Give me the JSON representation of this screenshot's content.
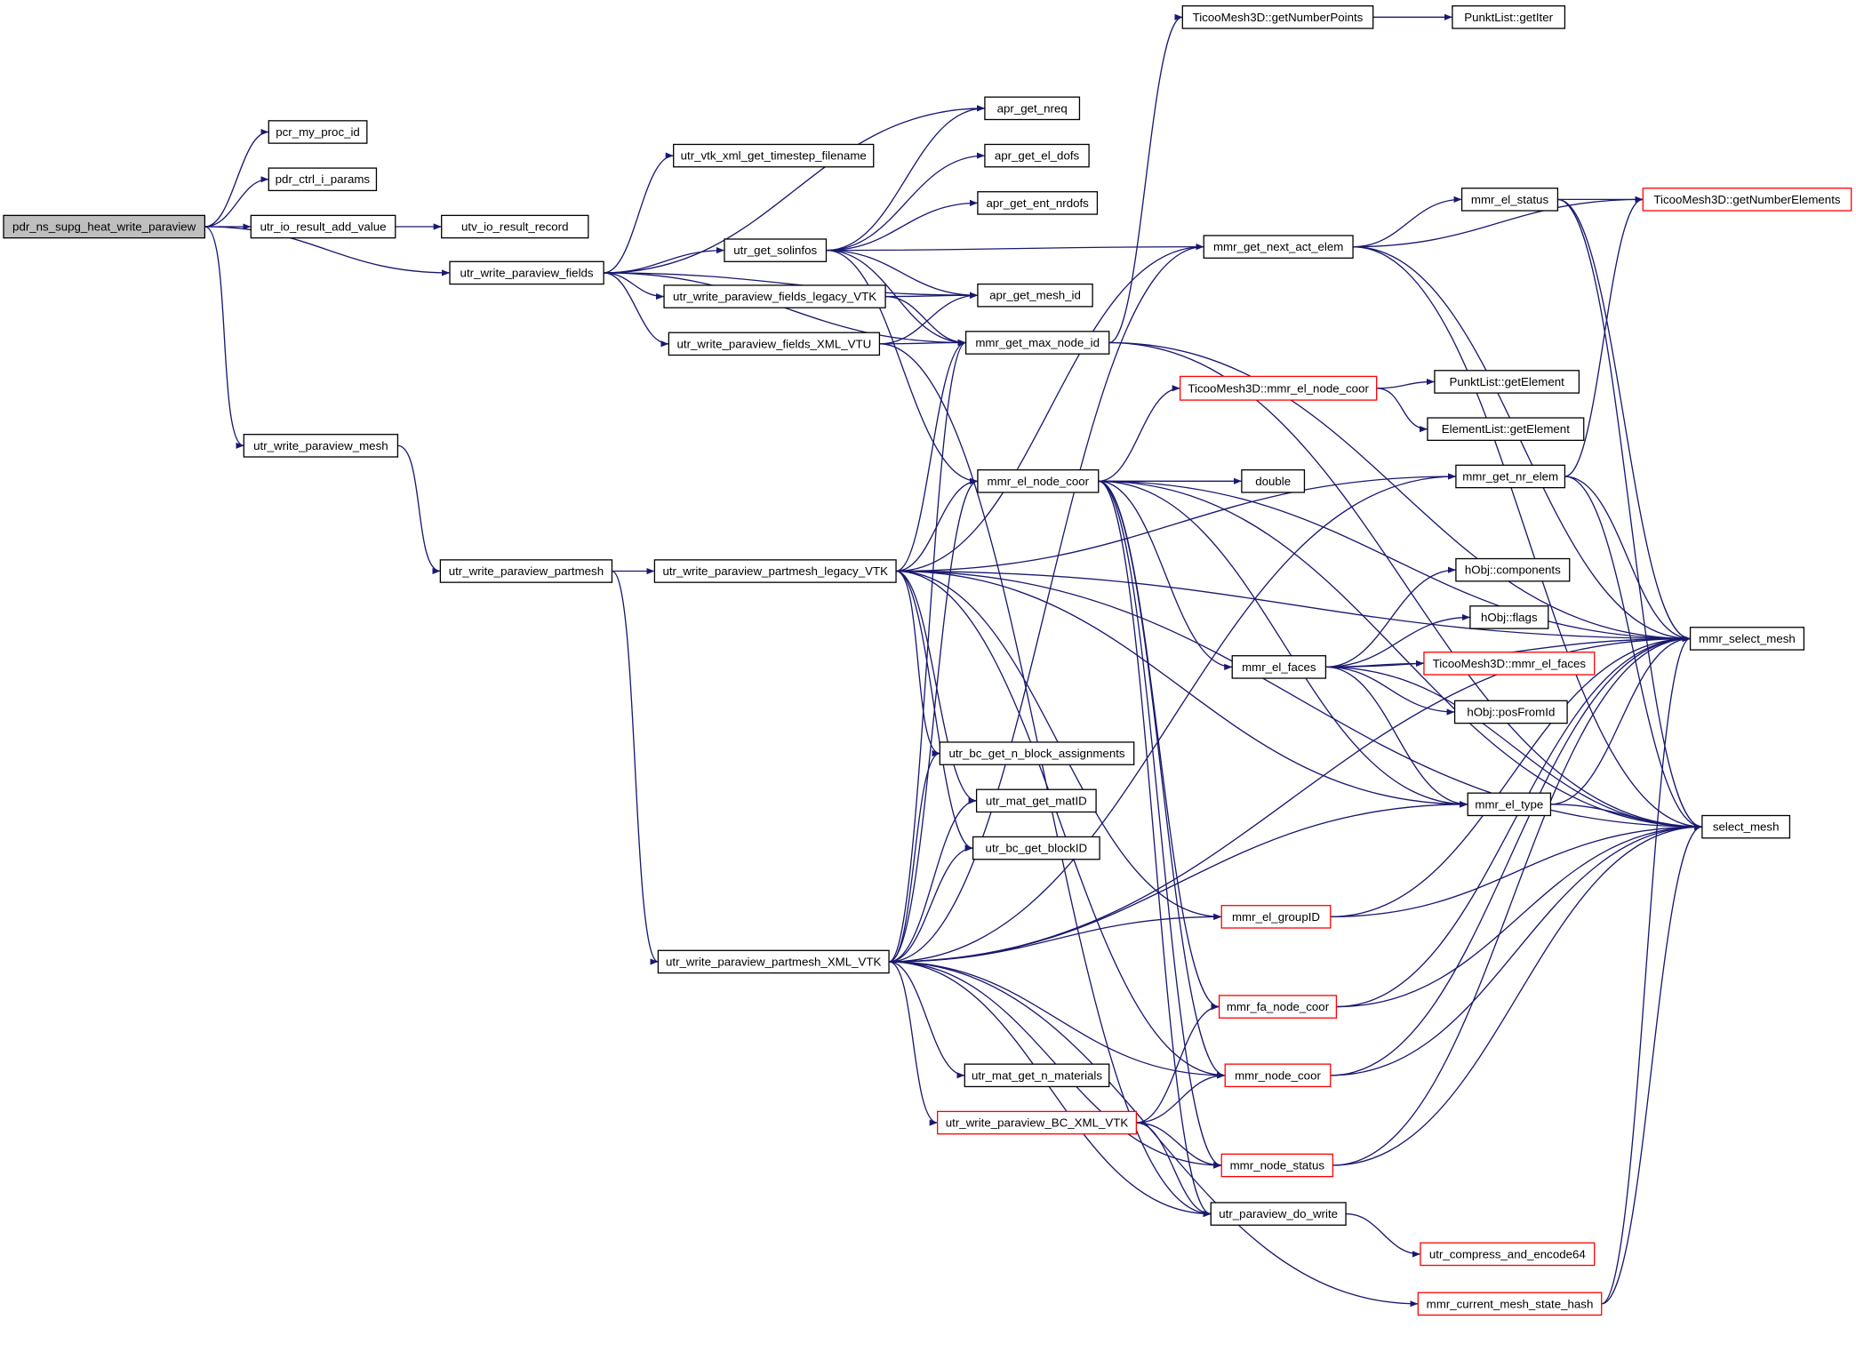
{
  "colors": {
    "edge": "#191970",
    "highlight_border": "#ff0000",
    "normal_border": "#000000",
    "root_fill": "#bfbfbf"
  },
  "nodes": [
    {
      "id": "root",
      "label": "pdr_ns_supg_heat_write_paraview",
      "style": "root"
    },
    {
      "id": "pcr_my_proc_id",
      "label": "pcr_my_proc_id"
    },
    {
      "id": "pdr_ctrl_i_params",
      "label": "pdr_ctrl_i_params"
    },
    {
      "id": "utr_io_result_add_value",
      "label": "utr_io_result_add_value"
    },
    {
      "id": "utv_io_result_record",
      "label": "utv_io_result_record"
    },
    {
      "id": "utr_write_paraview_fields",
      "label": "utr_write_paraview_fields"
    },
    {
      "id": "utr_vtk_xml_get_timestep_filename",
      "label": "utr_vtk_xml_get_timestep_filename"
    },
    {
      "id": "utr_get_solinfos",
      "label": "utr_get_solinfos"
    },
    {
      "id": "utr_write_paraview_fields_legacy_VTK",
      "label": "utr_write_paraview_fields_legacy_VTK"
    },
    {
      "id": "utr_write_paraview_fields_XML_VTU",
      "label": "utr_write_paraview_fields_XML_VTU"
    },
    {
      "id": "apr_get_nreq",
      "label": "apr_get_nreq"
    },
    {
      "id": "apr_get_el_dofs",
      "label": "apr_get_el_dofs"
    },
    {
      "id": "apr_get_ent_nrdofs",
      "label": "apr_get_ent_nrdofs"
    },
    {
      "id": "apr_get_mesh_id",
      "label": "apr_get_mesh_id"
    },
    {
      "id": "mmr_get_max_node_id",
      "label": "mmr_get_max_node_id"
    },
    {
      "id": "TicooMesh3D_getNumberPoints",
      "label": "TicooMesh3D::getNumberPoints"
    },
    {
      "id": "PunktList_getIter",
      "label": "PunktList::getIter"
    },
    {
      "id": "mmr_get_next_act_elem",
      "label": "mmr_get_next_act_elem"
    },
    {
      "id": "mmr_el_status",
      "label": "mmr_el_status"
    },
    {
      "id": "TicooMesh3D_getNumberElements",
      "label": "TicooMesh3D::getNumberElements",
      "style": "red"
    },
    {
      "id": "utr_write_paraview_mesh",
      "label": "utr_write_paraview_mesh"
    },
    {
      "id": "utr_write_paraview_partmesh",
      "label": "utr_write_paraview_partmesh"
    },
    {
      "id": "utr_write_paraview_partmesh_legacy_VTK",
      "label": "utr_write_paraview_partmesh_legacy_VTK"
    },
    {
      "id": "TicooMesh3D_mmr_el_node_coor",
      "label": "TicooMesh3D::mmr_el_node_coor",
      "style": "red"
    },
    {
      "id": "PunktList_getElement",
      "label": "PunktList::getElement"
    },
    {
      "id": "ElementList_getElement",
      "label": "ElementList::getElement"
    },
    {
      "id": "mmr_el_node_coor",
      "label": "mmr_el_node_coor"
    },
    {
      "id": "double",
      "label": "double"
    },
    {
      "id": "mmr_get_nr_elem",
      "label": "mmr_get_nr_elem"
    },
    {
      "id": "hObj_components",
      "label": "hObj::components"
    },
    {
      "id": "hObj_flags",
      "label": "hObj::flags"
    },
    {
      "id": "mmr_el_faces",
      "label": "mmr_el_faces"
    },
    {
      "id": "TicooMesh3D_mmr_el_faces",
      "label": "TicooMesh3D::mmr_el_faces",
      "style": "red"
    },
    {
      "id": "hObj_posFromId",
      "label": "hObj::posFromId"
    },
    {
      "id": "mmr_select_mesh",
      "label": "mmr_select_mesh"
    },
    {
      "id": "utr_bc_get_n_block_assignments",
      "label": "utr_bc_get_n_block_assignments"
    },
    {
      "id": "utr_mat_get_matID",
      "label": "utr_mat_get_matID"
    },
    {
      "id": "utr_bc_get_blockID",
      "label": "utr_bc_get_blockID"
    },
    {
      "id": "mmr_el_type",
      "label": "mmr_el_type"
    },
    {
      "id": "select_mesh",
      "label": "select_mesh"
    },
    {
      "id": "mmr_el_groupID",
      "label": "mmr_el_groupID",
      "style": "red"
    },
    {
      "id": "utr_write_paraview_partmesh_XML_VTK",
      "label": "utr_write_paraview_partmesh_XML_VTK"
    },
    {
      "id": "mmr_fa_node_coor",
      "label": "mmr_fa_node_coor",
      "style": "red"
    },
    {
      "id": "utr_mat_get_n_materials",
      "label": "utr_mat_get_n_materials"
    },
    {
      "id": "mmr_node_coor",
      "label": "mmr_node_coor",
      "style": "red"
    },
    {
      "id": "utr_write_paraview_BC_XML_VTK",
      "label": "utr_write_paraview_BC_XML_VTK",
      "style": "red"
    },
    {
      "id": "mmr_node_status",
      "label": "mmr_node_status",
      "style": "red"
    },
    {
      "id": "utr_paraview_do_write",
      "label": "utr_paraview_do_write"
    },
    {
      "id": "utr_compress_and_encode64",
      "label": "utr_compress_and_encode64",
      "style": "red"
    },
    {
      "id": "mmr_current_mesh_state_hash",
      "label": "mmr_current_mesh_state_hash",
      "style": "red"
    }
  ],
  "edges": [
    [
      "root",
      "pcr_my_proc_id"
    ],
    [
      "root",
      "pdr_ctrl_i_params"
    ],
    [
      "root",
      "utr_io_result_add_value"
    ],
    [
      "root",
      "utr_write_paraview_fields"
    ],
    [
      "root",
      "utr_write_paraview_mesh"
    ],
    [
      "utr_io_result_add_value",
      "utv_io_result_record"
    ],
    [
      "utr_write_paraview_fields",
      "utr_vtk_xml_get_timestep_filename"
    ],
    [
      "utr_write_paraview_fields",
      "apr_get_nreq"
    ],
    [
      "utr_write_paraview_fields",
      "utr_get_solinfos"
    ],
    [
      "utr_write_paraview_fields",
      "utr_write_paraview_fields_legacy_VTK"
    ],
    [
      "utr_write_paraview_fields",
      "utr_write_paraview_fields_XML_VTU"
    ],
    [
      "utr_write_paraview_fields",
      "apr_get_mesh_id"
    ],
    [
      "utr_write_paraview_fields",
      "mmr_get_max_node_id"
    ],
    [
      "utr_get_solinfos",
      "apr_get_nreq"
    ],
    [
      "utr_get_solinfos",
      "apr_get_el_dofs"
    ],
    [
      "utr_get_solinfos",
      "apr_get_ent_nrdofs"
    ],
    [
      "utr_get_solinfos",
      "apr_get_mesh_id"
    ],
    [
      "utr_get_solinfos",
      "mmr_get_max_node_id"
    ],
    [
      "utr_get_solinfos",
      "mmr_get_next_act_elem"
    ],
    [
      "utr_get_solinfos",
      "mmr_el_node_coor"
    ],
    [
      "utr_write_paraview_fields_legacy_VTK",
      "apr_get_mesh_id"
    ],
    [
      "utr_write_paraview_fields_legacy_VTK",
      "mmr_get_max_node_id"
    ],
    [
      "utr_write_paraview_fields_XML_VTU",
      "apr_get_mesh_id"
    ],
    [
      "utr_write_paraview_fields_XML_VTU",
      "mmr_get_max_node_id"
    ],
    [
      "utr_write_paraview_fields_XML_VTU",
      "utr_paraview_do_write"
    ],
    [
      "mmr_get_max_node_id",
      "TicooMesh3D_getNumberPoints"
    ],
    [
      "mmr_get_max_node_id",
      "mmr_select_mesh"
    ],
    [
      "mmr_get_max_node_id",
      "select_mesh"
    ],
    [
      "TicooMesh3D_getNumberPoints",
      "PunktList_getIter"
    ],
    [
      "mmr_get_next_act_elem",
      "mmr_el_status"
    ],
    [
      "mmr_get_next_act_elem",
      "TicooMesh3D_getNumberElements"
    ],
    [
      "mmr_get_next_act_elem",
      "mmr_select_mesh"
    ],
    [
      "mmr_get_next_act_elem",
      "select_mesh"
    ],
    [
      "mmr_el_status",
      "TicooMesh3D_getNumberElements"
    ],
    [
      "mmr_el_status",
      "mmr_select_mesh"
    ],
    [
      "mmr_el_status",
      "select_mesh"
    ],
    [
      "utr_write_paraview_mesh",
      "utr_write_paraview_partmesh"
    ],
    [
      "utr_write_paraview_partmesh",
      "utr_write_paraview_partmesh_legacy_VTK"
    ],
    [
      "utr_write_paraview_partmesh",
      "utr_write_paraview_partmesh_XML_VTK"
    ],
    [
      "utr_write_paraview_partmesh_legacy_VTK",
      "mmr_get_max_node_id"
    ],
    [
      "utr_write_paraview_partmesh_legacy_VTK",
      "mmr_get_next_act_elem"
    ],
    [
      "utr_write_paraview_partmesh_legacy_VTK",
      "mmr_el_node_coor"
    ],
    [
      "utr_write_paraview_partmesh_legacy_VTK",
      "mmr_get_nr_elem"
    ],
    [
      "utr_write_paraview_partmesh_legacy_VTK",
      "mmr_el_type"
    ],
    [
      "utr_write_paraview_partmesh_legacy_VTK",
      "utr_bc_get_n_block_assignments"
    ],
    [
      "utr_write_paraview_partmesh_legacy_VTK",
      "utr_mat_get_matID"
    ],
    [
      "utr_write_paraview_partmesh_legacy_VTK",
      "utr_bc_get_blockID"
    ],
    [
      "utr_write_paraview_partmesh_legacy_VTK",
      "mmr_el_groupID"
    ],
    [
      "utr_write_paraview_partmesh_legacy_VTK",
      "mmr_node_coor"
    ],
    [
      "utr_write_paraview_partmesh_legacy_VTK",
      "select_mesh"
    ],
    [
      "utr_write_paraview_partmesh_legacy_VTK",
      "mmr_select_mesh"
    ],
    [
      "mmr_el_node_coor",
      "TicooMesh3D_mmr_el_node_coor"
    ],
    [
      "mmr_el_node_coor",
      "double"
    ],
    [
      "mmr_el_node_coor",
      "mmr_el_faces"
    ],
    [
      "mmr_el_node_coor",
      "mmr_el_type"
    ],
    [
      "mmr_el_node_coor",
      "mmr_select_mesh"
    ],
    [
      "mmr_el_node_coor",
      "select_mesh"
    ],
    [
      "mmr_el_node_coor",
      "mmr_fa_node_coor"
    ],
    [
      "mmr_el_node_coor",
      "mmr_node_coor"
    ],
    [
      "mmr_el_node_coor",
      "mmr_node_status"
    ],
    [
      "mmr_el_node_coor",
      "utr_paraview_do_write"
    ],
    [
      "TicooMesh3D_mmr_el_node_coor",
      "PunktList_getElement"
    ],
    [
      "TicooMesh3D_mmr_el_node_coor",
      "ElementList_getElement"
    ],
    [
      "mmr_el_faces",
      "hObj_components"
    ],
    [
      "mmr_el_faces",
      "hObj_flags"
    ],
    [
      "mmr_el_faces",
      "TicooMesh3D_mmr_el_faces"
    ],
    [
      "mmr_el_faces",
      "hObj_posFromId"
    ],
    [
      "mmr_el_faces",
      "mmr_select_mesh"
    ],
    [
      "mmr_el_faces",
      "select_mesh"
    ],
    [
      "mmr_el_faces",
      "mmr_el_type"
    ],
    [
      "mmr_get_nr_elem",
      "TicooMesh3D_getNumberElements"
    ],
    [
      "mmr_get_nr_elem",
      "mmr_select_mesh"
    ],
    [
      "mmr_get_nr_elem",
      "select_mesh"
    ],
    [
      "mmr_el_type",
      "mmr_select_mesh"
    ],
    [
      "mmr_el_type",
      "select_mesh"
    ],
    [
      "mmr_el_groupID",
      "mmr_select_mesh"
    ],
    [
      "mmr_el_groupID",
      "select_mesh"
    ],
    [
      "utr_write_paraview_partmesh_XML_VTK",
      "mmr_get_max_node_id"
    ],
    [
      "utr_write_paraview_partmesh_XML_VTK",
      "mmr_el_node_coor"
    ],
    [
      "utr_write_paraview_partmesh_XML_VTK",
      "mmr_get_next_act_elem"
    ],
    [
      "utr_write_paraview_partmesh_XML_VTK",
      "mmr_get_nr_elem"
    ],
    [
      "utr_write_paraview_partmesh_XML_VTK",
      "utr_bc_get_n_block_assignments"
    ],
    [
      "utr_write_paraview_partmesh_XML_VTK",
      "utr_mat_get_matID"
    ],
    [
      "utr_write_paraview_partmesh_XML_VTK",
      "utr_bc_get_blockID"
    ],
    [
      "utr_write_paraview_partmesh_XML_VTK",
      "mmr_el_type"
    ],
    [
      "utr_write_paraview_partmesh_XML_VTK",
      "mmr_el_groupID"
    ],
    [
      "utr_write_paraview_partmesh_XML_VTK",
      "utr_mat_get_n_materials"
    ],
    [
      "utr_write_paraview_partmesh_XML_VTK",
      "utr_write_paraview_BC_XML_VTK"
    ],
    [
      "utr_write_paraview_partmesh_XML_VTK",
      "mmr_node_coor"
    ],
    [
      "utr_write_paraview_partmesh_XML_VTK",
      "mmr_node_status"
    ],
    [
      "utr_write_paraview_partmesh_XML_VTK",
      "utr_paraview_do_write"
    ],
    [
      "utr_write_paraview_partmesh_XML_VTK",
      "mmr_current_mesh_state_hash"
    ],
    [
      "utr_write_paraview_partmesh_XML_VTK",
      "mmr_select_mesh"
    ],
    [
      "mmr_fa_node_coor",
      "mmr_select_mesh"
    ],
    [
      "mmr_fa_node_coor",
      "select_mesh"
    ],
    [
      "mmr_node_coor",
      "mmr_select_mesh"
    ],
    [
      "mmr_node_coor",
      "select_mesh"
    ],
    [
      "utr_write_paraview_BC_XML_VTK",
      "mmr_fa_node_coor"
    ],
    [
      "utr_write_paraview_BC_XML_VTK",
      "mmr_node_coor"
    ],
    [
      "utr_write_paraview_BC_XML_VTK",
      "mmr_node_status"
    ],
    [
      "utr_write_paraview_BC_XML_VTK",
      "utr_paraview_do_write"
    ],
    [
      "mmr_node_status",
      "mmr_select_mesh"
    ],
    [
      "mmr_node_status",
      "select_mesh"
    ],
    [
      "utr_paraview_do_write",
      "utr_compress_and_encode64"
    ],
    [
      "mmr_current_mesh_state_hash",
      "mmr_select_mesh"
    ],
    [
      "mmr_current_mesh_state_hash",
      "select_mesh"
    ]
  ]
}
